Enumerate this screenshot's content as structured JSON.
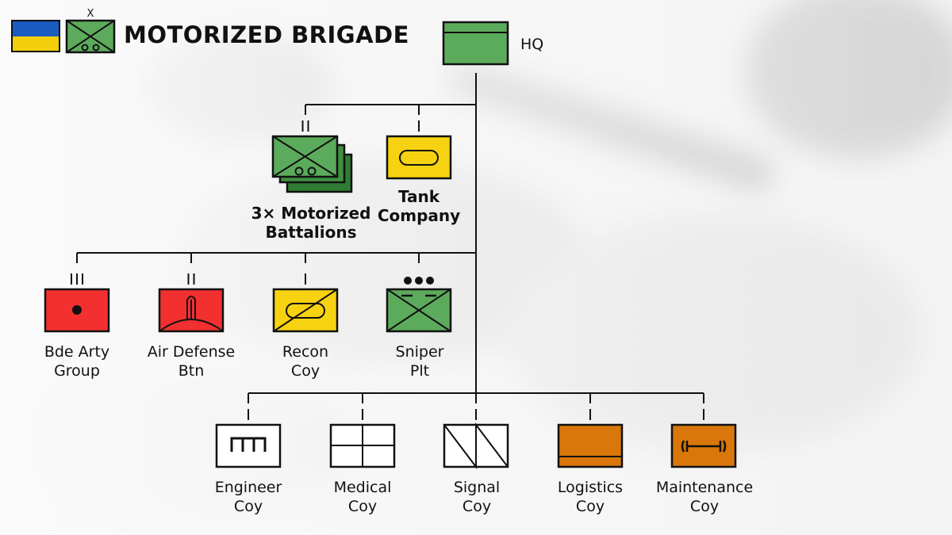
{
  "title": "MOTORIZED BRIGADE",
  "flag_colors": {
    "top": "#1a5bbf",
    "bottom": "#f2cf0a"
  },
  "colors": {
    "friendly_green": "#5cab5c",
    "fire_red": "#f23030",
    "armor_yellow": "#f7d210",
    "support_white": "#ffffff",
    "sustain_orange": "#d9770a",
    "line": "#111111"
  },
  "brigade_symbol": {
    "echelon": "X",
    "icon": "motorized-infantry-icon"
  },
  "hq": {
    "label": "HQ"
  },
  "tier1": [
    {
      "label_lines": [
        "3× Motorized",
        "Battalions"
      ],
      "echelon": "II",
      "icon": "motorized-infantry-stack-icon",
      "color": "#5cab5c"
    },
    {
      "label_lines": [
        "Tank",
        "Company"
      ],
      "echelon": "|",
      "icon": "armor-icon",
      "color": "#f7d210"
    }
  ],
  "tier2": [
    {
      "label_lines": [
        "Bde Arty",
        "Group"
      ],
      "echelon": "III",
      "icon": "artillery-icon",
      "color": "#f23030"
    },
    {
      "label_lines": [
        "Air Defense",
        "Btn"
      ],
      "echelon": "II",
      "icon": "air-defense-icon",
      "color": "#f23030"
    },
    {
      "label_lines": [
        "Recon",
        "Coy"
      ],
      "echelon": "|",
      "icon": "armored-recon-icon",
      "color": "#f7d210"
    },
    {
      "label_lines": [
        "Sniper",
        "Plt"
      ],
      "echelon": "●●●",
      "icon": "sniper-icon",
      "color": "#5cab5c"
    }
  ],
  "tier3": [
    {
      "label_lines": [
        "Engineer",
        "Coy"
      ],
      "echelon": "|",
      "icon": "engineer-icon",
      "color": "#ffffff"
    },
    {
      "label_lines": [
        "Medical",
        "Coy"
      ],
      "echelon": "|",
      "icon": "medical-icon",
      "color": "#ffffff"
    },
    {
      "label_lines": [
        "Signal",
        "Coy"
      ],
      "echelon": "|",
      "icon": "signal-icon",
      "color": "#ffffff"
    },
    {
      "label_lines": [
        "Logistics",
        "Coy"
      ],
      "echelon": "|",
      "icon": "logistics-icon",
      "color": "#d9770a"
    },
    {
      "label_lines": [
        "Maintenance",
        "Coy"
      ],
      "echelon": "|",
      "icon": "maintenance-icon",
      "color": "#d9770a"
    }
  ]
}
